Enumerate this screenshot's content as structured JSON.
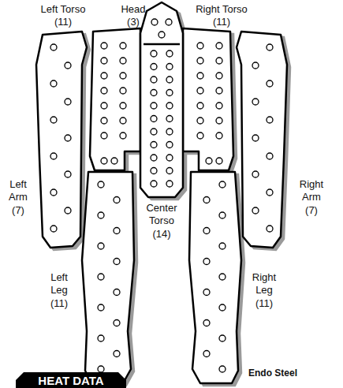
{
  "diagram": {
    "labels": [
      "Left Torso",
      "(11)",
      "Head",
      "(3)",
      "Right Torso",
      "(11)",
      "Left Arm",
      "(7)",
      "Right Arm",
      "(7)",
      "Center Torso",
      "(14)",
      "Left Leg",
      "(11)",
      "Right Leg",
      "(11)",
      "HEAT DATA",
      "Endo Steel"
    ]
  }
}
